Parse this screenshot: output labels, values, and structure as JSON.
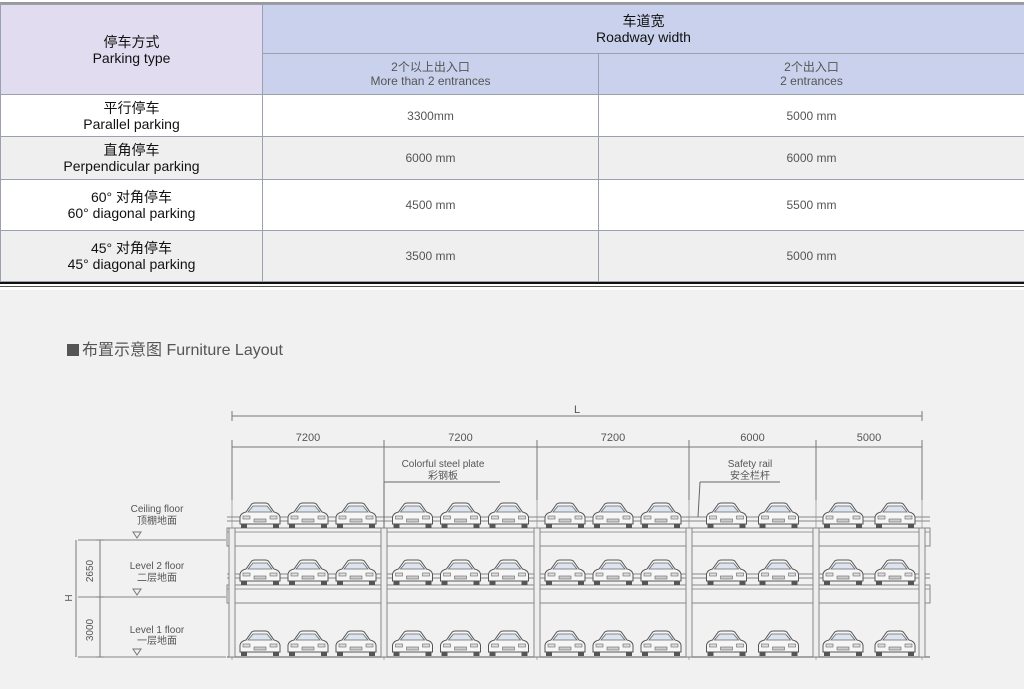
{
  "table": {
    "header": {
      "parking_type_cn": "停车方式",
      "parking_type_en": "Parking type",
      "roadway_cn": "车道宽",
      "roadway_en": "Roadway width",
      "col1_cn": "2个以上出入口",
      "col1_en": "More than 2 entrances",
      "col2_cn": "2个出入口",
      "col2_en": "2 entrances"
    },
    "rows": [
      {
        "name_cn": "平行停车",
        "name_en": "Parallel parking",
        "more_than_2": "3300mm",
        "two": "5000 mm"
      },
      {
        "name_cn": "直角停车",
        "name_en": "Perpendicular parking",
        "more_than_2": "6000 mm",
        "two": "6000 mm"
      },
      {
        "name_cn": "60°  对角停车",
        "name_en": "60°   diagonal parking",
        "more_than_2": "4500 mm",
        "two": "5500 mm"
      },
      {
        "name_cn": "45°  对角停车",
        "name_en": "45°   diagonal parking",
        "more_than_2": "3500 mm",
        "two": "5000 mm"
      }
    ]
  },
  "layout": {
    "title": "布置示意图 Furniture Layout",
    "total_label": "L",
    "spans": [
      "7200",
      "7200",
      "7200",
      "6000",
      "5000"
    ],
    "cars_per_bay": [
      3,
      3,
      3,
      2,
      2
    ],
    "floors": [
      {
        "en": "Ceiling floor",
        "cn": "顶棚地面"
      },
      {
        "en": "Level 2 floor",
        "cn": "二层地面"
      },
      {
        "en": "Level 1 floor",
        "cn": "一层地面"
      }
    ],
    "heights": [
      "2650",
      "3000"
    ],
    "height_label": "H",
    "callouts": [
      {
        "en": "Colorful steel plate",
        "cn": "彩钢板"
      },
      {
        "en": "Safety rail",
        "cn": "安全栏杆"
      }
    ]
  }
}
